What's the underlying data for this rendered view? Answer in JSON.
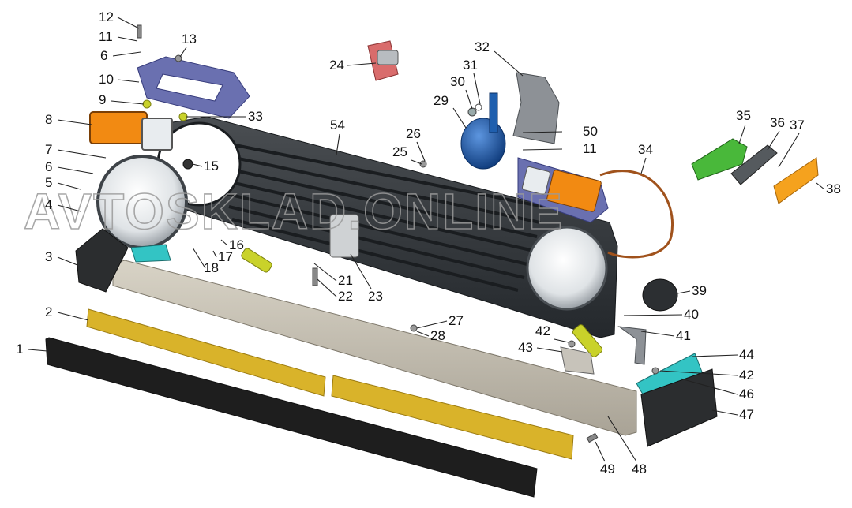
{
  "watermark": "AVTOSKLAD.ONLINE",
  "colors": {
    "grille": "#3a3d40",
    "grille_dark": "#22262a",
    "bumper_bar": "#1c1c1c",
    "mount_strip": "#d9b32a",
    "bracket_beige": "#c8c2b3",
    "turn_lamp_amber": "#f28a12",
    "bracket_blue": "#6a70b0",
    "horn_blue": "#1f5fae",
    "green_lamp": "#49b83a",
    "amber_reflector": "#f5a21e",
    "teal_bracket": "#33c4c4",
    "wire": "#a0521c"
  },
  "callouts": [
    {
      "id": "1",
      "label": "1"
    },
    {
      "id": "2",
      "label": "2"
    },
    {
      "id": "3",
      "label": "3"
    },
    {
      "id": "4",
      "label": "4"
    },
    {
      "id": "5",
      "label": "5"
    },
    {
      "id": "6a",
      "label": "6"
    },
    {
      "id": "6b",
      "label": "6"
    },
    {
      "id": "7",
      "label": "7"
    },
    {
      "id": "8",
      "label": "8"
    },
    {
      "id": "9",
      "label": "9"
    },
    {
      "id": "10",
      "label": "10"
    },
    {
      "id": "11a",
      "label": "11"
    },
    {
      "id": "11b",
      "label": "11"
    },
    {
      "id": "12",
      "label": "12"
    },
    {
      "id": "13",
      "label": "13"
    },
    {
      "id": "15",
      "label": "15"
    },
    {
      "id": "16",
      "label": "16"
    },
    {
      "id": "17",
      "label": "17"
    },
    {
      "id": "18",
      "label": "18"
    },
    {
      "id": "21",
      "label": "21"
    },
    {
      "id": "22",
      "label": "22"
    },
    {
      "id": "23",
      "label": "23"
    },
    {
      "id": "24",
      "label": "24"
    },
    {
      "id": "25",
      "label": "25"
    },
    {
      "id": "26",
      "label": "26"
    },
    {
      "id": "27",
      "label": "27"
    },
    {
      "id": "28",
      "label": "28"
    },
    {
      "id": "29",
      "label": "29"
    },
    {
      "id": "30",
      "label": "30"
    },
    {
      "id": "31",
      "label": "31"
    },
    {
      "id": "32",
      "label": "32"
    },
    {
      "id": "33",
      "label": "33"
    },
    {
      "id": "34",
      "label": "34"
    },
    {
      "id": "35",
      "label": "35"
    },
    {
      "id": "36",
      "label": "36"
    },
    {
      "id": "37",
      "label": "37"
    },
    {
      "id": "38",
      "label": "38"
    },
    {
      "id": "39",
      "label": "39"
    },
    {
      "id": "40",
      "label": "40"
    },
    {
      "id": "41",
      "label": "41"
    },
    {
      "id": "42a",
      "label": "42"
    },
    {
      "id": "42b",
      "label": "42"
    },
    {
      "id": "43",
      "label": "43"
    },
    {
      "id": "44",
      "label": "44"
    },
    {
      "id": "46",
      "label": "46"
    },
    {
      "id": "47",
      "label": "47"
    },
    {
      "id": "48",
      "label": "48"
    },
    {
      "id": "49",
      "label": "49"
    },
    {
      "id": "50",
      "label": "50"
    },
    {
      "id": "54",
      "label": "54"
    }
  ]
}
